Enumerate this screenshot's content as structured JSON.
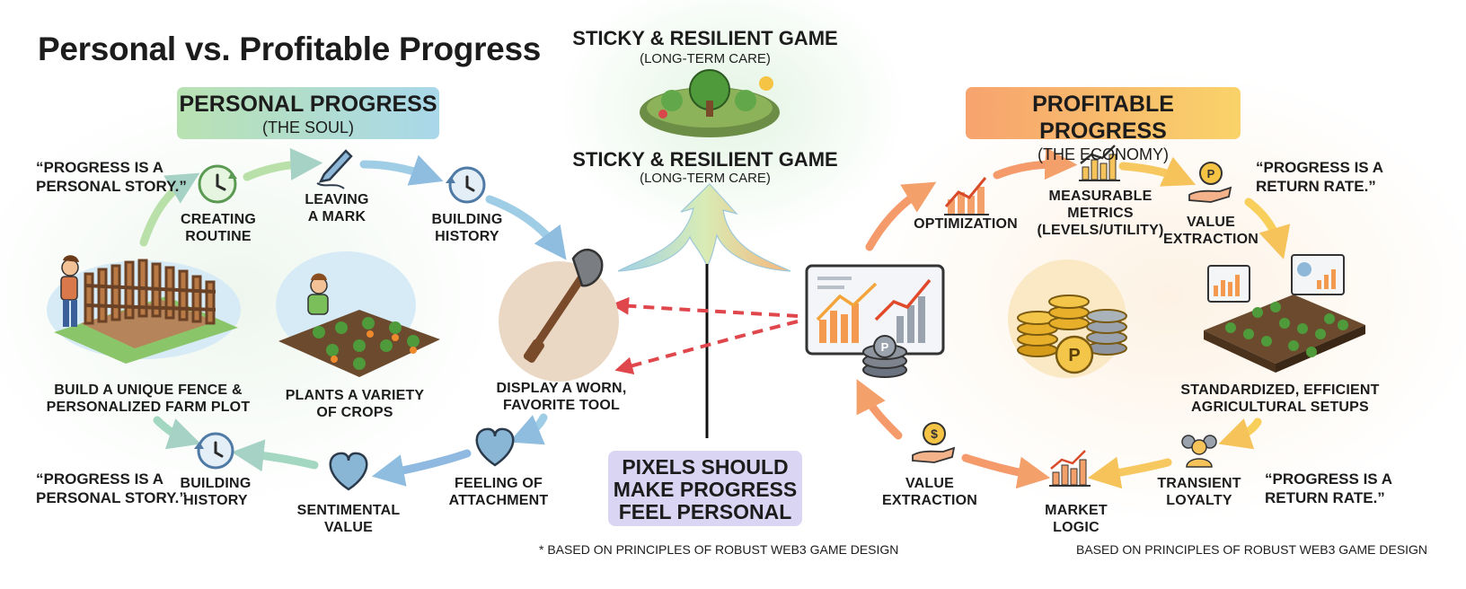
{
  "title": "Personal vs. Profitable Progress",
  "top_center": {
    "heading_1": "STICKY & RESILIENT GAME",
    "sub_1": "(LONG-TERM CARE)",
    "heading_2": "STICKY & RESILIENT GAME",
    "sub_2": "(LONG-TERM CARE)"
  },
  "personal": {
    "banner_title": "PERSONAL PROGRESS",
    "banner_sub": "(THE SOUL)",
    "quote_top": "“PROGRESS IS A\nPERSONAL STORY.”",
    "quote_bottom": "“PROGRESS IS A\nPERSONAL STORY.”",
    "nodes": {
      "creating_routine": "CREATING\nROUTINE",
      "leaving_mark": "LEAVING\nA MARK",
      "building_history_top": "BUILDING\nHISTORY",
      "fence": "BUILD A UNIQUE FENCE &\nPERSONALIZED FARM PLOT",
      "crops": "PLANTS A VARIETY\nOF CROPS",
      "tool": "DISPLAY A WORN,\nFAVORITE TOOL",
      "attachment": "FEELING OF\nATTACHMENT",
      "sentimental": "SENTIMENTAL\nVALUE",
      "building_history_bottom": "BUILDING\nHISTORY"
    }
  },
  "profitable": {
    "banner_title": "PROFITABLE PROGRESS",
    "banner_sub": "(THE ECONOMY)",
    "quote_top": "“PROGRESS IS A\nRETURN RATE.”",
    "quote_bottom": "“PROGRESS IS A\nRETURN RATE.”",
    "nodes": {
      "optimization": "OPTIMIZATION",
      "metrics": "MEASURABLE\nMETRICS\n(LEVELS/UTILITY)",
      "value_extraction_top": "VALUE\nEXTRACTION",
      "standardized": "STANDARDIZED, EFFICIENT\nAGRICULTURAL SETUPS",
      "transient": "TRANSIENT\nLOYALTY",
      "market": "MARKET\nLOGIC",
      "value_extraction_bottom": "VALUE\nEXTRACTION"
    }
  },
  "center_box": {
    "text": "PIXELS SHOULD\nMAKE PROGRESS\nFEEL PERSONAL"
  },
  "footer": {
    "left": "* BASED ON PRINCIPLES OF ROBUST WEB3 GAME DESIGN",
    "right": "BASED ON PRINCIPLES OF ROBUST WEB3 GAME DESIGN"
  },
  "colors": {
    "personal_banner_start": "#b9e2b2",
    "personal_banner_end": "#a9d8ea",
    "profitable_banner_start": "#f7a36e",
    "profitable_banner_end": "#f9d36a",
    "center_box": "#d9d5f3",
    "dashed_arrow": "#e0474c"
  }
}
